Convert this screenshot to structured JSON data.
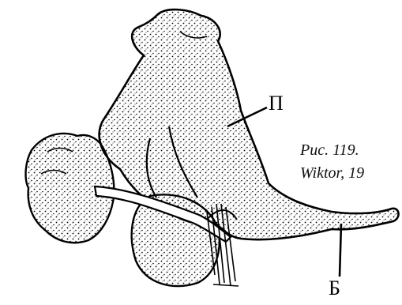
{
  "labels": {
    "p": "П",
    "b": "Б"
  },
  "caption": {
    "line1": "Рис. 119.",
    "line2": "Wiktor, 19"
  },
  "colors": {
    "ink": "#000000",
    "background": "#ffffff"
  }
}
